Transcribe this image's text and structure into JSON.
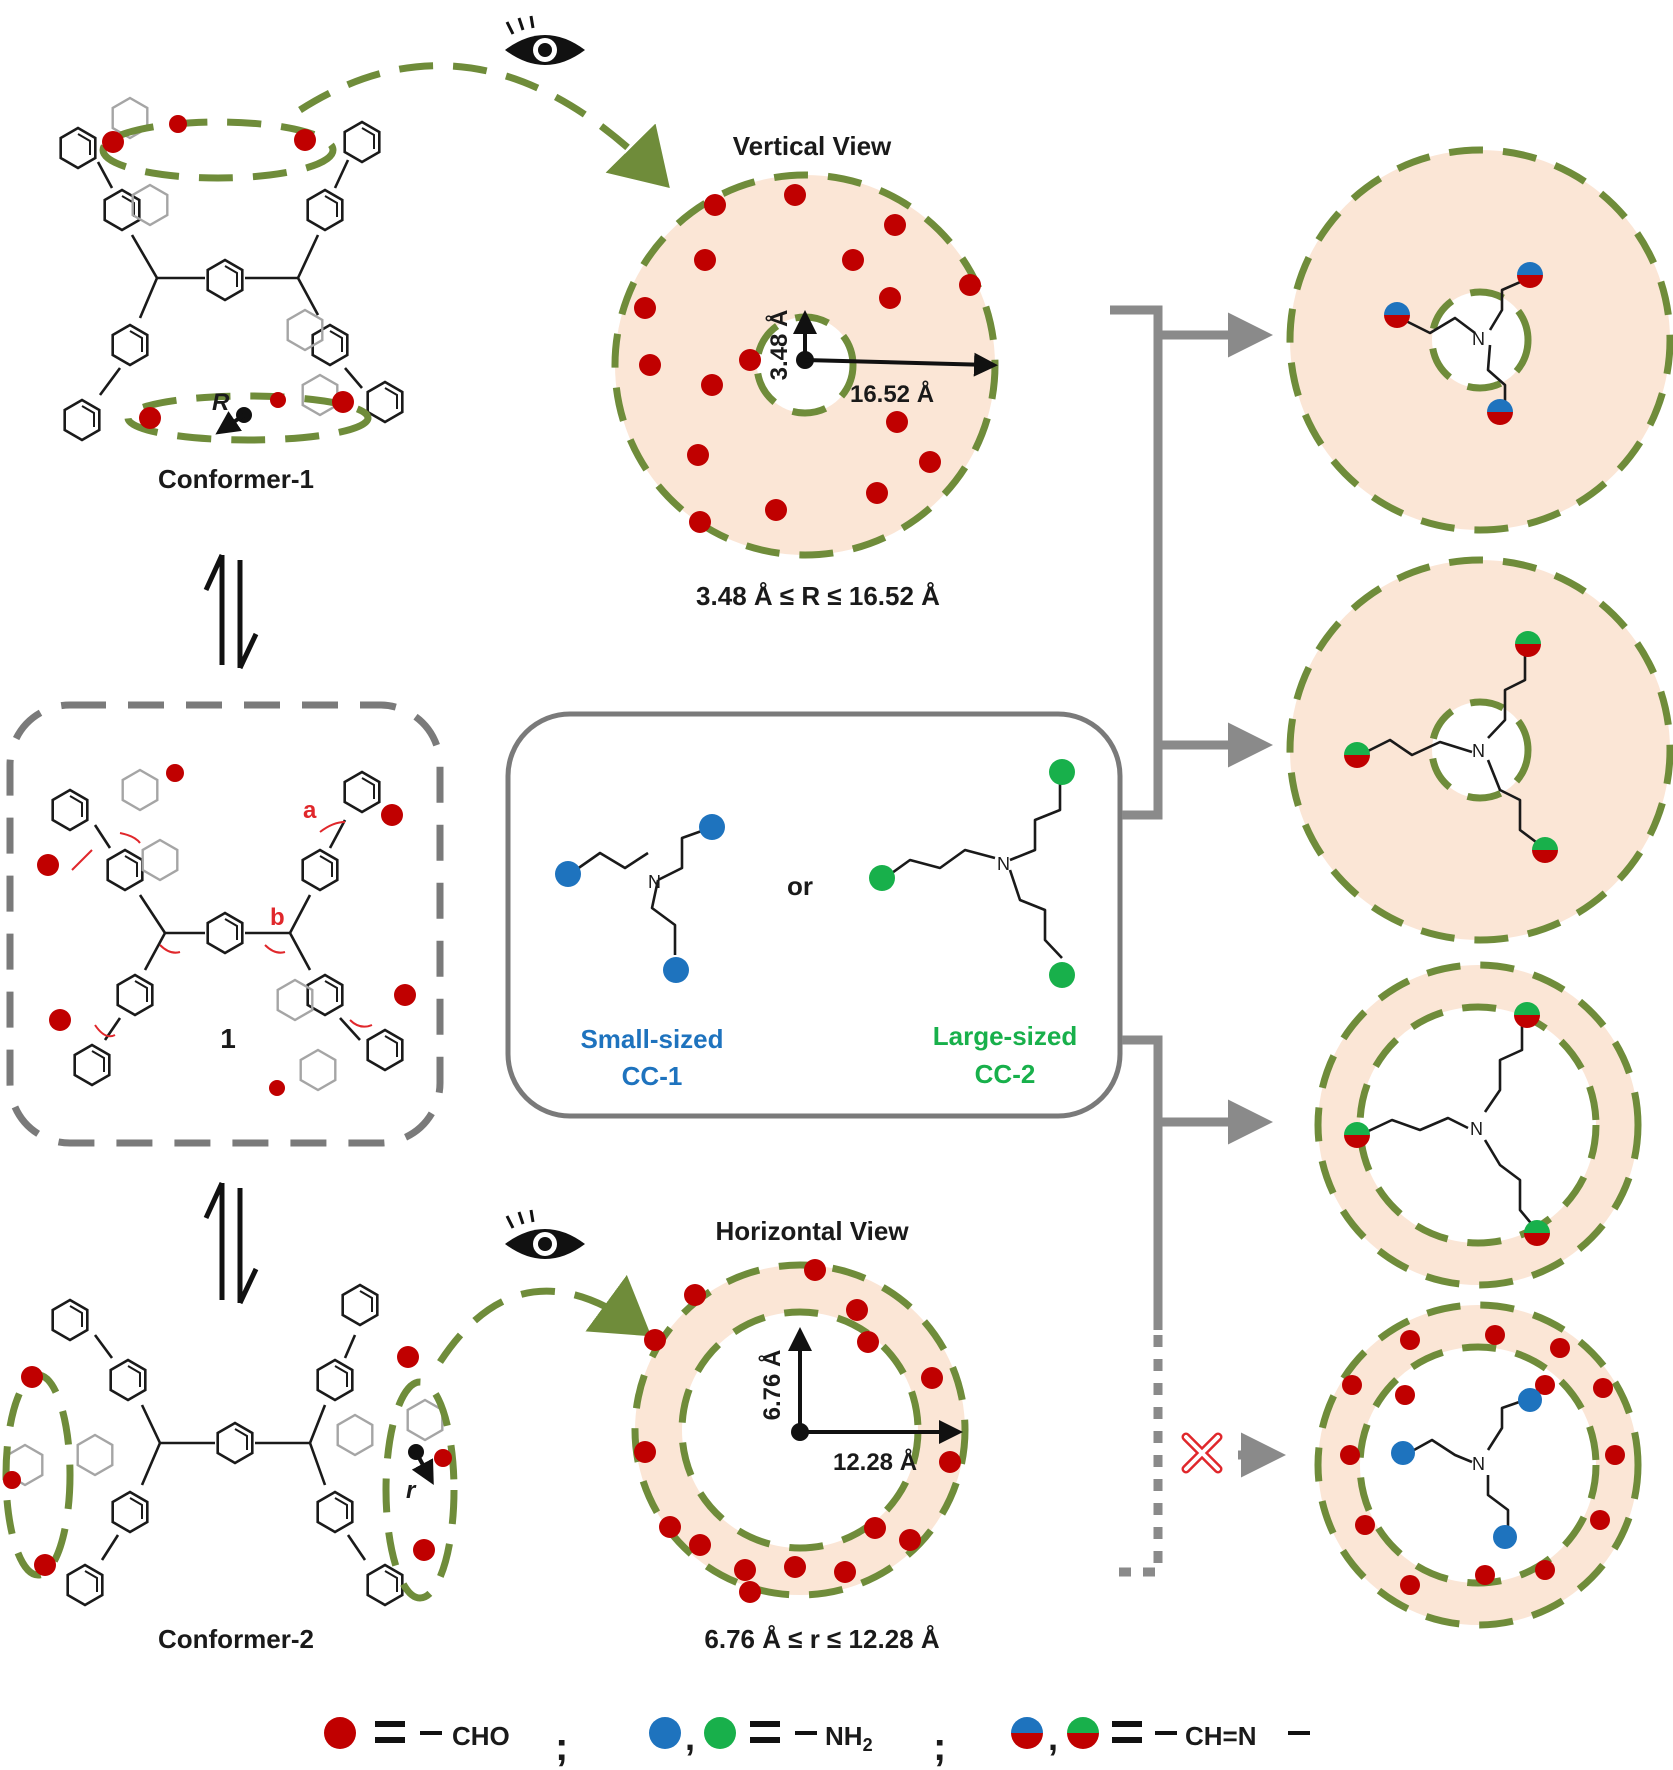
{
  "labels": {
    "conformer1": "Conformer-1",
    "conformer2": "Conformer-2",
    "compound": "1",
    "bond_a": "a",
    "bond_b": "b",
    "vertical_view": "Vertical View",
    "horizontal_view": "Horizontal View",
    "R_symbol": "R",
    "r_symbol": "r",
    "vertical_inner_radius": "3.48 Å",
    "vertical_outer_radius": "16.52 Å",
    "vertical_range": "3.48 Å ≤ R ≤ 16.52 Å",
    "horizontal_inner_radius": "6.76 Å",
    "horizontal_outer_radius": "12.28 Å",
    "horizontal_range": "6.76 Å ≤ r ≤ 12.28 Å",
    "or": "or",
    "small_line1": "Small-sized",
    "small_line2": "CC-1",
    "large_line1": "Large-sized",
    "large_line2": "CC-2",
    "N": "N"
  },
  "legend": {
    "cho": "CHO",
    "nh2": "NH",
    "nh2_sub": "2",
    "imine": "CH=N"
  },
  "colors": {
    "aldehyde": "#c00000",
    "amine_small": "#1e73be",
    "amine_large": "#18b04b",
    "ring_fill": "#fbe6d6",
    "dashed_ring": "#6f8c3a",
    "flow_arrow": "#8a8a8a"
  },
  "icons": [
    "eye-icon",
    "cross-icon",
    "equilibrium-arrow-icon"
  ]
}
